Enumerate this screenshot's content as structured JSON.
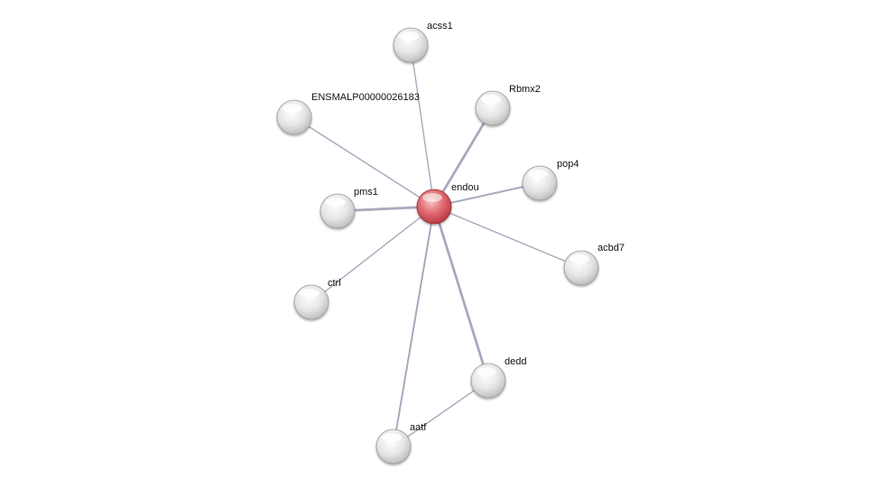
{
  "network": {
    "center": "endou",
    "nodes": [
      {
        "id": "endou",
        "label": "endou",
        "color": "#d9585e"
      },
      {
        "id": "acss1",
        "label": "acss1",
        "color": "#d6d6d6"
      },
      {
        "id": "ENSMALP00000026183",
        "label": "ENSMALP00000026183",
        "color": "#d6d6d6"
      },
      {
        "id": "Rbmx2",
        "label": "Rbmx2",
        "color": "#d6d6d6"
      },
      {
        "id": "pop4",
        "label": "pop4",
        "color": "#d6d6d6"
      },
      {
        "id": "pms1",
        "label": "pms1",
        "color": "#d6d6d6"
      },
      {
        "id": "acbd7",
        "label": "acbd7",
        "color": "#d6d6d6"
      },
      {
        "id": "ctrl",
        "label": "ctrl",
        "color": "#d6d6d6"
      },
      {
        "id": "dedd",
        "label": "dedd",
        "color": "#d6d6d6"
      },
      {
        "id": "aatf",
        "label": "aatf",
        "color": "#d6d6d6"
      }
    ],
    "edges": [
      {
        "source": "endou",
        "target": "acss1",
        "strength": "weak"
      },
      {
        "source": "endou",
        "target": "ENSMALP00000026183",
        "strength": "weak"
      },
      {
        "source": "endou",
        "target": "Rbmx2",
        "strength": "strong"
      },
      {
        "source": "endou",
        "target": "pop4",
        "strength": "medium"
      },
      {
        "source": "endou",
        "target": "pms1",
        "strength": "strong"
      },
      {
        "source": "endou",
        "target": "acbd7",
        "strength": "weak"
      },
      {
        "source": "endou",
        "target": "ctrl",
        "strength": "weak"
      },
      {
        "source": "endou",
        "target": "dedd",
        "strength": "strong"
      },
      {
        "source": "endou",
        "target": "aatf",
        "strength": "medium"
      },
      {
        "source": "dedd",
        "target": "aatf",
        "strength": "weak"
      }
    ],
    "edge_color": "#a9a9bd"
  }
}
